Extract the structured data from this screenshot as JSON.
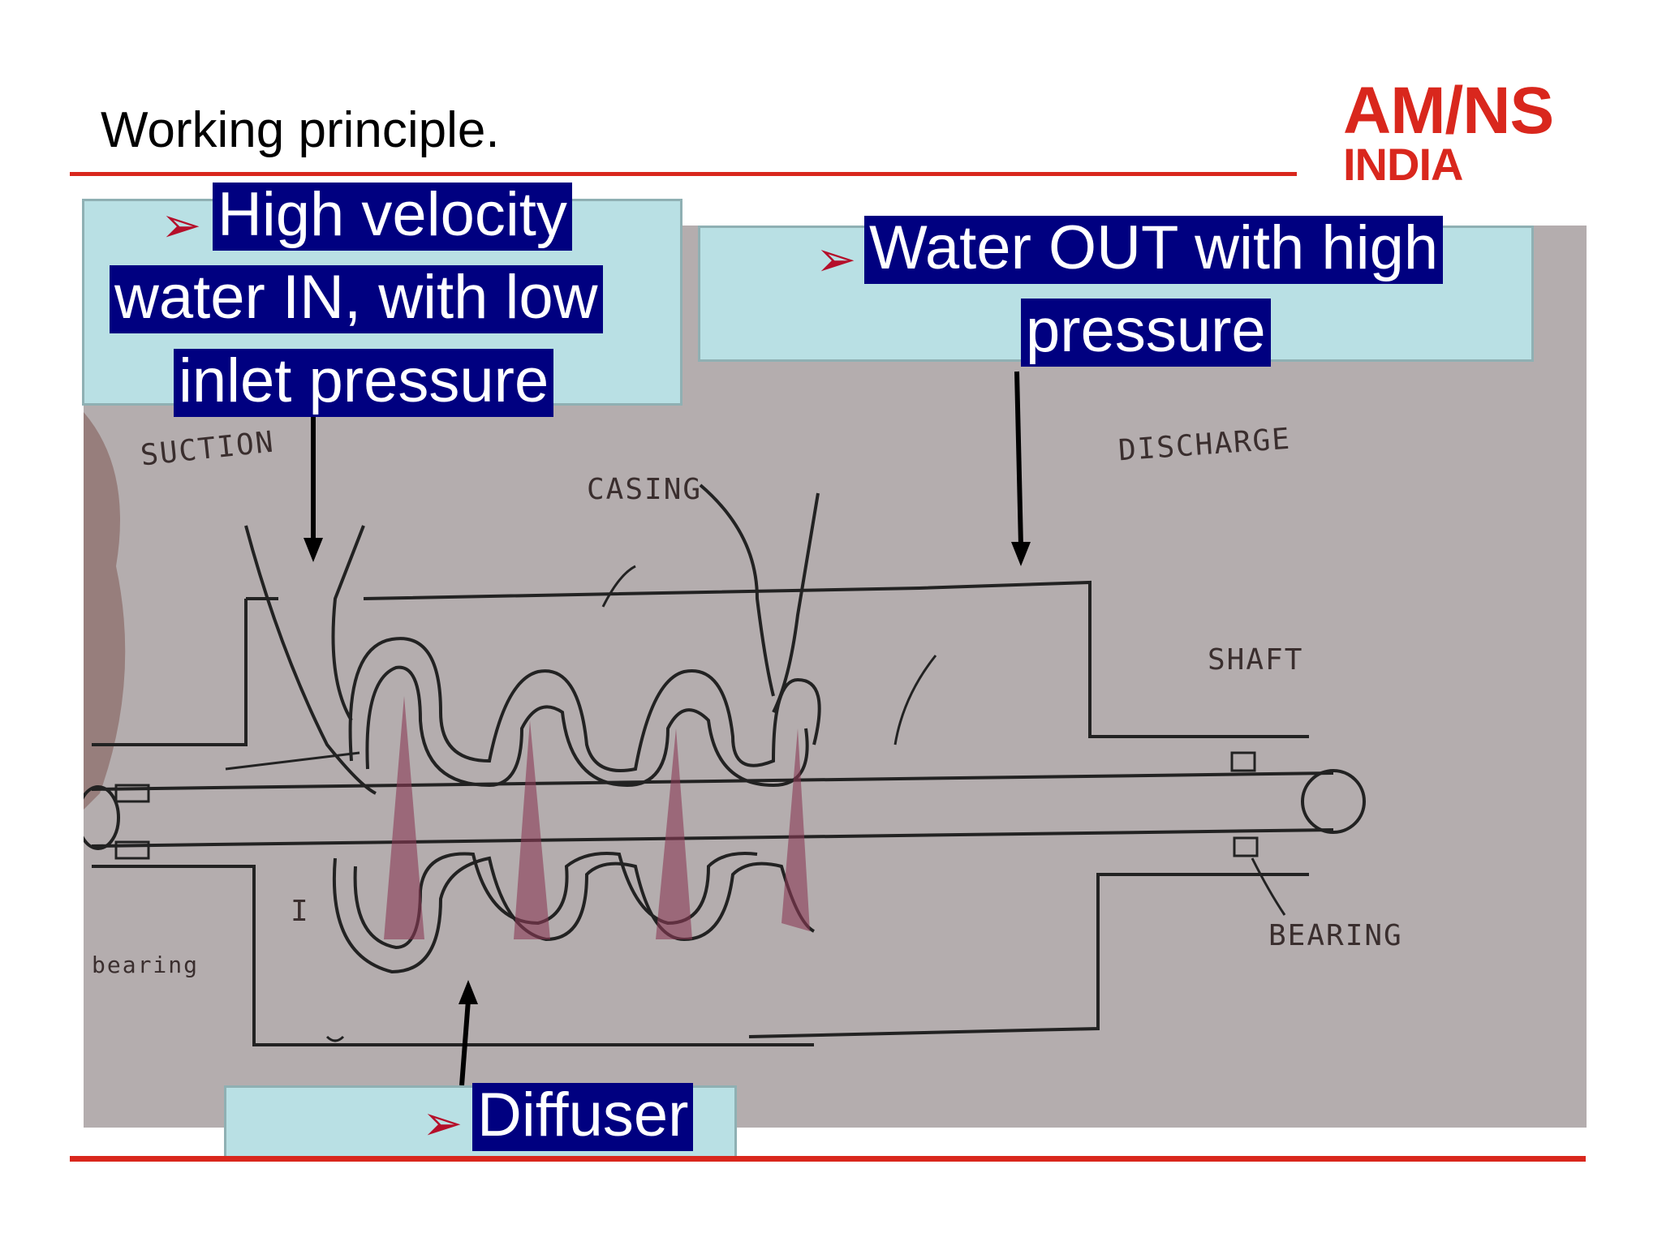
{
  "slide": {
    "title": "Working principle.",
    "logo_line1": "AM/NS",
    "logo_line2": "INDIA",
    "accent_color": "#d9271d",
    "highlight_color": "#000080",
    "callout_color": "#b9e0e4"
  },
  "callouts": {
    "inlet": {
      "bullet": "➢",
      "line1": "High velocity",
      "line2": "water IN, with low",
      "line3": "inlet pressure"
    },
    "outlet": {
      "bullet": "➢",
      "line1": "Water OUT with high",
      "line2": "pressure"
    },
    "diffuser": {
      "bullet": "➢",
      "label": "Diffuser"
    }
  },
  "sketch_labels": {
    "suction": "SUCTION",
    "casing": "CASING",
    "discharge": "DISCHARGE",
    "shaft": "SHAFT",
    "bearing": "BEARING",
    "impeller": "I",
    "bearing_left": "bearing"
  }
}
